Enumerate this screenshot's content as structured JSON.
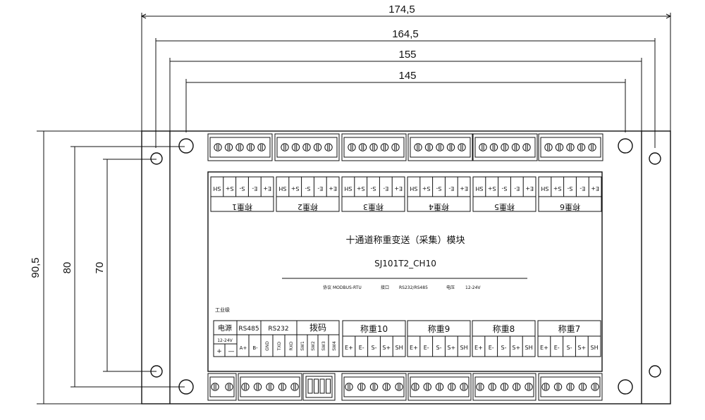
{
  "dimensions": {
    "width_outer": "174,5",
    "width_2": "164,5",
    "width_3": "155",
    "width_inner": "145",
    "height_outer": "90,5",
    "height_2": "80",
    "height_inner": "70"
  },
  "panel": {
    "title": "十通道称重变送（采集）模块",
    "model": "SJ101T2_CH10",
    "spec_protocol_label": "协议",
    "spec_protocol_value": "MODBUS-RTU",
    "spec_interface_label": "接口",
    "spec_interface_value": "RS232/RS485",
    "spec_voltage_label": "电压",
    "spec_voltage_value": "12-24V",
    "grade": "工业级"
  },
  "top_channels": [
    {
      "name": "称重1",
      "pins": [
        "SH",
        "S+",
        "S-",
        "E-",
        "E+"
      ]
    },
    {
      "name": "称重2",
      "pins": [
        "SH",
        "S+",
        "S-",
        "E-",
        "E+"
      ]
    },
    {
      "name": "称重3",
      "pins": [
        "SH",
        "S+",
        "S-",
        "E-",
        "E+"
      ]
    },
    {
      "name": "称重4",
      "pins": [
        "SH",
        "S+",
        "S-",
        "E-",
        "E+"
      ]
    },
    {
      "name": "称重5",
      "pins": [
        "SH",
        "S+",
        "S-",
        "E-",
        "E+"
      ]
    },
    {
      "name": "称重6",
      "pins": [
        "SH",
        "S+",
        "S-",
        "E-",
        "E+"
      ]
    }
  ],
  "bottom_channels": [
    {
      "name": "称重10",
      "pins": [
        "E+",
        "E-",
        "S-",
        "S+",
        "SH"
      ]
    },
    {
      "name": "称重9",
      "pins": [
        "E+",
        "E-",
        "S-",
        "S+",
        "SH"
      ]
    },
    {
      "name": "称重8",
      "pins": [
        "E+",
        "E-",
        "S-",
        "S+",
        "SH"
      ]
    },
    {
      "name": "称重7",
      "pins": [
        "E+",
        "E-",
        "S-",
        "S+",
        "SH"
      ]
    }
  ],
  "interface_block": {
    "power_label": "电源",
    "power_range": "12-24V",
    "power_pins": [
      "+",
      "—"
    ],
    "rs485_label": "RS485",
    "rs485_pins": [
      "A+",
      "B-"
    ],
    "rs232_label": "RS232",
    "rs232_pins": [
      "GND",
      "TXD",
      "RXD"
    ],
    "dip_label": "拨码",
    "dip_pins": [
      "SW1",
      "SW2",
      "SW3",
      "SW4"
    ]
  }
}
